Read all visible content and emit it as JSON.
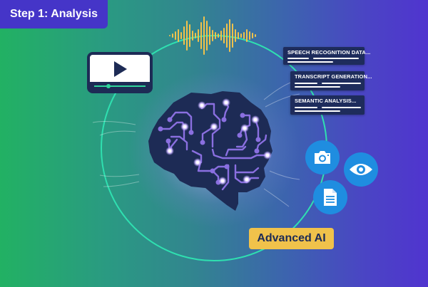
{
  "header": {
    "step_label": "Step 1: Analysis"
  },
  "colors": {
    "gradient_left": "#22b163",
    "gradient_right": "#5034cf",
    "badge_bg": "#4535c8",
    "circle_stroke": "#2fe0b0",
    "waveform": "#f0c24b",
    "panel_bg": "#1e2c5c",
    "brain_fill": "#1d2b55",
    "brain_circuit": "#8a6fe0",
    "icon_bg": "#1f8de0",
    "ai_badge_bg": "#f0c24b",
    "ai_badge_text": "#1d2b55"
  },
  "panels": [
    {
      "title": "SPEECH RECOGNITION DATA..."
    },
    {
      "title": "TRANSCRIPT GENERATION..."
    },
    {
      "title": "SEMANTIC ANALYSIS..."
    }
  ],
  "icons": {
    "video": "video-player-icon",
    "waveform": "audio-waveform-icon",
    "brain": "ai-brain-icon",
    "camera": "camera-icon",
    "eye": "eye-icon",
    "document": "document-icon"
  },
  "badge": {
    "label": "Advanced AI"
  }
}
